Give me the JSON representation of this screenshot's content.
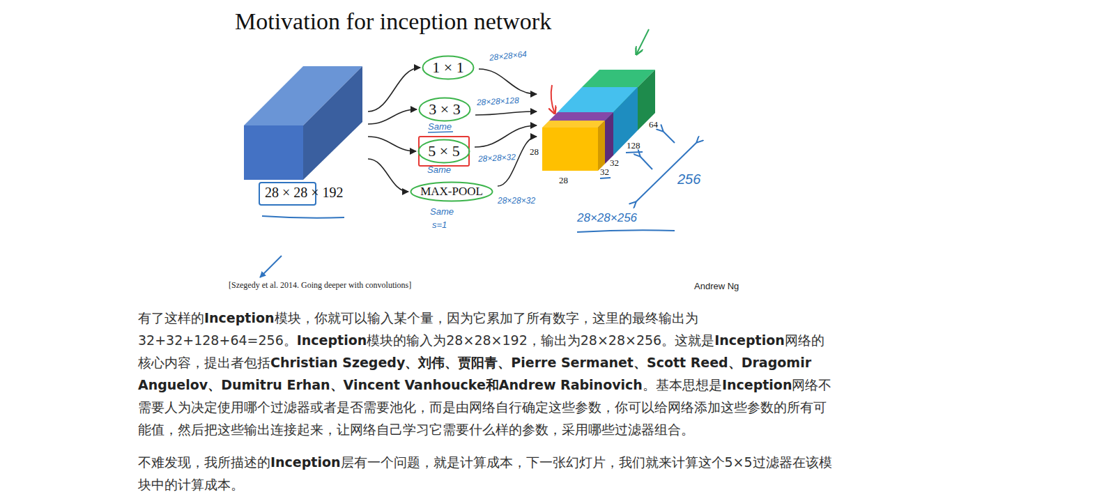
{
  "diagram": {
    "title": "Motivation for inception network",
    "nodes": [
      {
        "text": [
          "28 × 28 × 192"
        ]
      },
      {
        "text": [
          "1 × 1"
        ]
      },
      {
        "text": [
          "3 × 3"
        ]
      },
      {
        "text": [
          "5 × 5"
        ]
      },
      {
        "text": [
          "MAX-POOL"
        ]
      },
      {
        "text": [
          "28×28×256"
        ]
      }
    ],
    "edges": [
      {
        "from": 0,
        "to": 1,
        "arrow": "to"
      },
      {
        "from": 0,
        "to": 2,
        "arrow": "to"
      },
      {
        "from": 0,
        "to": 3,
        "arrow": "to"
      },
      {
        "from": 0,
        "to": 4,
        "arrow": "to"
      },
      {
        "from": 1,
        "to": 5,
        "arrow": "to"
      },
      {
        "from": 2,
        "to": 5,
        "arrow": "to"
      },
      {
        "from": 3,
        "to": 5,
        "arrow": "to"
      },
      {
        "from": 4,
        "to": 5,
        "arrow": "to"
      }
    ],
    "labels": [
      "28×28×64",
      "28×28×128",
      "Same",
      "28×28×32",
      "Same",
      "28×28×32",
      "Same",
      "s=1",
      "28",
      "28",
      "32",
      "32",
      "128",
      "64",
      "256",
      "[Szegedy et al. 2014. Going deeper with convolutions]",
      "Andrew Ng",
      "有了这样的",
      "Inception",
      "模块，你就可以输入某个量，因为它累加了所有数字，这里的最终输出为32+32+128+64=256。",
      "Inception",
      "模块的输入为28×28×192，输出为28×28×256。这就是",
      "Inception",
      "网络的核心内容，提出者包括",
      "Christian Szegedy、刘伟、贾阳青、Pierre Sermanet、Scott Reed、Dragomir Anguelov、Dumitru Erhan、Vincent Vanhoucke和Andrew Rabinovich",
      "。基本思想是",
      "Inception",
      "网络不需要人为决定使用哪个过滤器或者是否需要池化，而是由网络自行确定这些参数，你可以给网络添加这些参数的所有可能值，然后把这些输出连接起来，让网络自己学习它需要什么样的参数，采用哪些过滤器组合。",
      "不难发现，我所描述的",
      "Inception",
      "层有一个问题，就是计算成本，下一张幻灯片，我们就来计算这个5×5过滤器在该模块中的计算成本。"
    ]
  }
}
